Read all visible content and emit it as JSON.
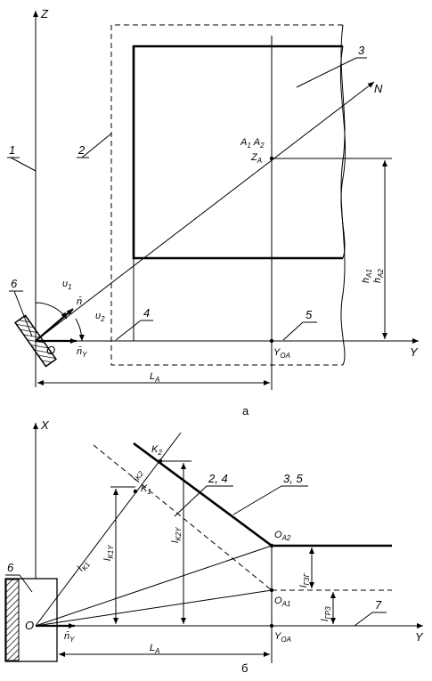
{
  "diagram_a": {
    "caption": "а",
    "axis_z": "Z",
    "axis_y": "Y",
    "callouts": [
      "1",
      "2",
      "3",
      "4",
      "5",
      "6"
    ],
    "point_n": "N",
    "origin": "O",
    "a1a2": "A",
    "za": "Z",
    "yoa": "Y",
    "la": "L",
    "ha1": "h",
    "ha2": "h",
    "n_vec": "n̄",
    "ny_vec": "n̄",
    "theta1": "υ",
    "theta2": "υ"
  },
  "diagram_b": {
    "caption": "б",
    "axis_x": "X",
    "axis_y": "Y",
    "callouts": [
      "6",
      "2, 4",
      "3, 5",
      "7"
    ],
    "origin": "O",
    "k1": "K",
    "k2": "K",
    "lk1": "l",
    "lk2": "l",
    "lk1y": "l",
    "lk2y": "l",
    "oa1": "O",
    "oa2": "O",
    "yoa": "Y",
    "la": "L",
    "lgr3": "l",
    "lgr3g": "l",
    "ny_vec": "n̄"
  }
}
